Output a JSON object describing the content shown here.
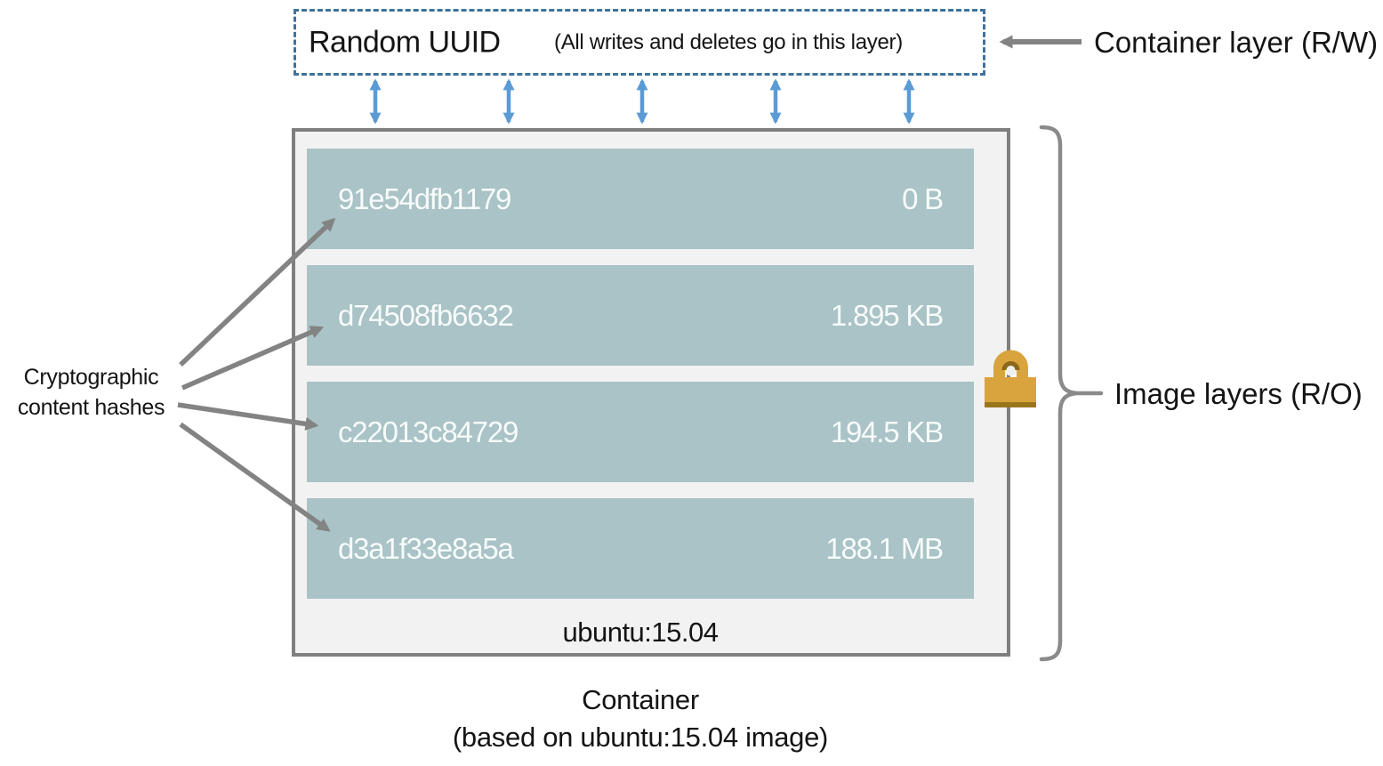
{
  "top_box": {
    "title": "Random UUID",
    "note": "(All writes and deletes go in this layer)"
  },
  "labels": {
    "container_layer": "Container layer (R/W)",
    "image_layers": "Image layers (R/O)",
    "crypto_line1": "Cryptographic",
    "crypto_line2": "content hashes",
    "image_name": "ubuntu:15.04",
    "caption_line1": "Container",
    "caption_line2": "(based on ubuntu:15.04 image)"
  },
  "image_layers": [
    {
      "hash": "91e54dfb1179",
      "size": "0 B"
    },
    {
      "hash": "d74508fb6632",
      "size": "1.895 KB"
    },
    {
      "hash": "c22013c84729",
      "size": "194.5 KB"
    },
    {
      "hash": "d3a1f33e8a5a",
      "size": "188.1 MB"
    }
  ],
  "icons": {
    "lock": "lock-icon",
    "bidirectional_arrows": "bidirectional-arrow-icon",
    "pointer_arrows": "arrow-icon",
    "brace": "curly-brace"
  },
  "colors": {
    "layer_fill": "#A9C3C6",
    "layer_text": "#F8FBFB",
    "container_fill": "#F2F2F2",
    "container_border": "#7F7F7F",
    "arrow_gray": "#838383",
    "arrow_blue": "#5B9BD5",
    "dashed_border_blue": "#41719C",
    "lock_gold": "#D9A43E",
    "lock_gold_dark": "#9A761B",
    "text_black": "#141414"
  }
}
